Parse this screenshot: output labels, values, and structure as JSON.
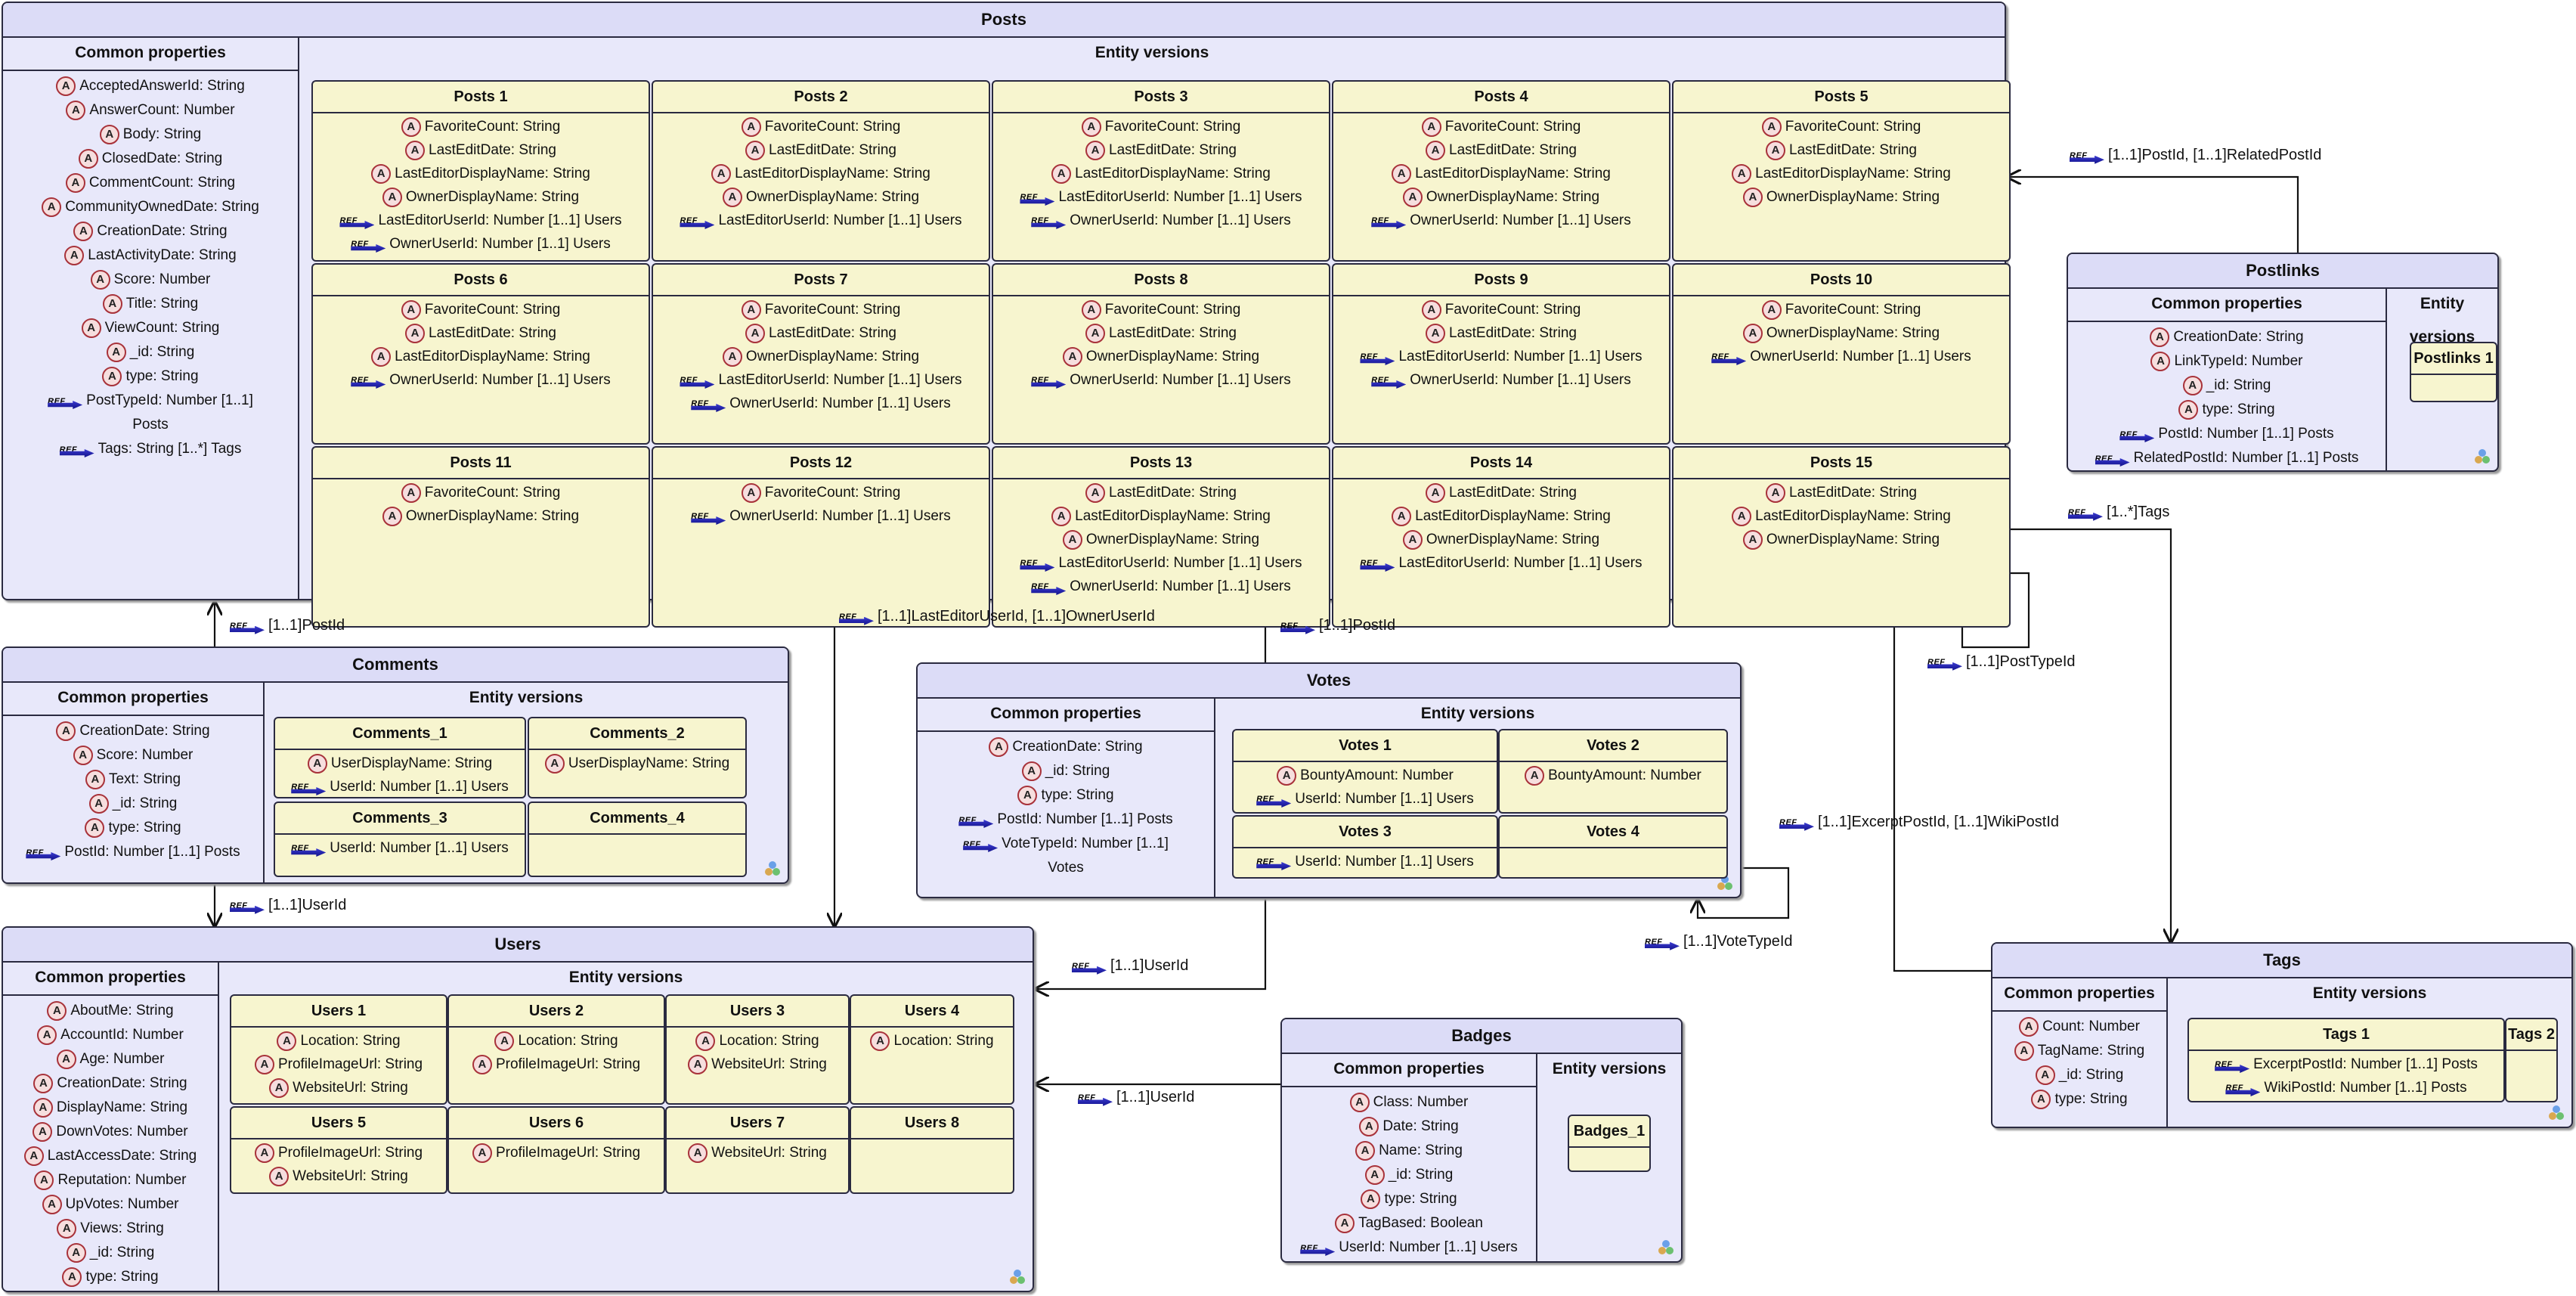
{
  "icons": {
    "attribute": "attribute-icon",
    "reference": "reference-arrow-icon",
    "group": "group-icon"
  },
  "icon_glyphs": {
    "attribute": "A",
    "reference": "REF"
  },
  "entities": {
    "posts": {
      "title": "Posts",
      "common_title": "Common properties",
      "versions_title": "Entity versions",
      "common": [
        {
          "k": "a",
          "t": "AcceptedAnswerId: String"
        },
        {
          "k": "a",
          "t": "AnswerCount: Number"
        },
        {
          "k": "a",
          "t": "Body: String"
        },
        {
          "k": "a",
          "t": "ClosedDate: String"
        },
        {
          "k": "a",
          "t": "CommentCount: String"
        },
        {
          "k": "a",
          "t": "CommunityOwnedDate: String"
        },
        {
          "k": "a",
          "t": "CreationDate: String"
        },
        {
          "k": "a",
          "t": "LastActivityDate: String"
        },
        {
          "k": "a",
          "t": "Score: Number"
        },
        {
          "k": "a",
          "t": "Title: String"
        },
        {
          "k": "a",
          "t": "ViewCount: String"
        },
        {
          "k": "a",
          "t": "_id: String"
        },
        {
          "k": "a",
          "t": "type: String"
        },
        {
          "k": "r",
          "t": "PostTypeId: Number [1..1]"
        },
        {
          "k": "n",
          "t": "Posts"
        },
        {
          "k": "r",
          "t": "Tags: String [1..*] Tags"
        }
      ],
      "versions": [
        {
          "title": "Posts 1",
          "props": [
            {
              "k": "a",
              "t": "FavoriteCount: String"
            },
            {
              "k": "a",
              "t": "LastEditDate: String"
            },
            {
              "k": "a",
              "t": "LastEditorDisplayName: String"
            },
            {
              "k": "a",
              "t": "OwnerDisplayName: String"
            },
            {
              "k": "r",
              "t": "LastEditorUserId: Number [1..1] Users"
            },
            {
              "k": "r",
              "t": "OwnerUserId: Number [1..1] Users"
            }
          ]
        },
        {
          "title": "Posts 2",
          "props": [
            {
              "k": "a",
              "t": "FavoriteCount: String"
            },
            {
              "k": "a",
              "t": "LastEditDate: String"
            },
            {
              "k": "a",
              "t": "LastEditorDisplayName: String"
            },
            {
              "k": "a",
              "t": "OwnerDisplayName: String"
            },
            {
              "k": "r",
              "t": "LastEditorUserId: Number [1..1] Users"
            }
          ]
        },
        {
          "title": "Posts 3",
          "props": [
            {
              "k": "a",
              "t": "FavoriteCount: String"
            },
            {
              "k": "a",
              "t": "LastEditDate: String"
            },
            {
              "k": "a",
              "t": "LastEditorDisplayName: String"
            },
            {
              "k": "r",
              "t": "LastEditorUserId: Number [1..1] Users"
            },
            {
              "k": "r",
              "t": "OwnerUserId: Number [1..1] Users"
            }
          ]
        },
        {
          "title": "Posts 4",
          "props": [
            {
              "k": "a",
              "t": "FavoriteCount: String"
            },
            {
              "k": "a",
              "t": "LastEditDate: String"
            },
            {
              "k": "a",
              "t": "LastEditorDisplayName: String"
            },
            {
              "k": "a",
              "t": "OwnerDisplayName: String"
            },
            {
              "k": "r",
              "t": "OwnerUserId: Number [1..1] Users"
            }
          ]
        },
        {
          "title": "Posts 5",
          "props": [
            {
              "k": "a",
              "t": "FavoriteCount: String"
            },
            {
              "k": "a",
              "t": "LastEditDate: String"
            },
            {
              "k": "a",
              "t": "LastEditorDisplayName: String"
            },
            {
              "k": "a",
              "t": "OwnerDisplayName: String"
            }
          ]
        },
        {
          "title": "Posts 6",
          "props": [
            {
              "k": "a",
              "t": "FavoriteCount: String"
            },
            {
              "k": "a",
              "t": "LastEditDate: String"
            },
            {
              "k": "a",
              "t": "LastEditorDisplayName: String"
            },
            {
              "k": "r",
              "t": "OwnerUserId: Number [1..1] Users"
            }
          ]
        },
        {
          "title": "Posts 7",
          "props": [
            {
              "k": "a",
              "t": "FavoriteCount: String"
            },
            {
              "k": "a",
              "t": "LastEditDate: String"
            },
            {
              "k": "a",
              "t": "OwnerDisplayName: String"
            },
            {
              "k": "r",
              "t": "LastEditorUserId: Number [1..1] Users"
            },
            {
              "k": "r",
              "t": "OwnerUserId: Number [1..1] Users"
            }
          ]
        },
        {
          "title": "Posts 8",
          "props": [
            {
              "k": "a",
              "t": "FavoriteCount: String"
            },
            {
              "k": "a",
              "t": "LastEditDate: String"
            },
            {
              "k": "a",
              "t": "OwnerDisplayName: String"
            },
            {
              "k": "r",
              "t": "OwnerUserId: Number [1..1] Users"
            }
          ]
        },
        {
          "title": "Posts 9",
          "props": [
            {
              "k": "a",
              "t": "FavoriteCount: String"
            },
            {
              "k": "a",
              "t": "LastEditDate: String"
            },
            {
              "k": "r",
              "t": "LastEditorUserId: Number [1..1] Users"
            },
            {
              "k": "r",
              "t": "OwnerUserId: Number [1..1] Users"
            }
          ]
        },
        {
          "title": "Posts 10",
          "props": [
            {
              "k": "a",
              "t": "FavoriteCount: String"
            },
            {
              "k": "a",
              "t": "OwnerDisplayName: String"
            },
            {
              "k": "r",
              "t": "OwnerUserId: Number [1..1] Users"
            }
          ]
        },
        {
          "title": "Posts 11",
          "props": [
            {
              "k": "a",
              "t": "FavoriteCount: String"
            },
            {
              "k": "a",
              "t": "OwnerDisplayName: String"
            }
          ]
        },
        {
          "title": "Posts 12",
          "props": [
            {
              "k": "a",
              "t": "FavoriteCount: String"
            },
            {
              "k": "r",
              "t": "OwnerUserId: Number [1..1] Users"
            }
          ]
        },
        {
          "title": "Posts 13",
          "props": [
            {
              "k": "a",
              "t": "LastEditDate: String"
            },
            {
              "k": "a",
              "t": "LastEditorDisplayName: String"
            },
            {
              "k": "a",
              "t": "OwnerDisplayName: String"
            },
            {
              "k": "r",
              "t": "LastEditorUserId: Number [1..1] Users"
            },
            {
              "k": "r",
              "t": "OwnerUserId: Number [1..1] Users"
            }
          ]
        },
        {
          "title": "Posts 14",
          "props": [
            {
              "k": "a",
              "t": "LastEditDate: String"
            },
            {
              "k": "a",
              "t": "LastEditorDisplayName: String"
            },
            {
              "k": "a",
              "t": "OwnerDisplayName: String"
            },
            {
              "k": "r",
              "t": "LastEditorUserId: Number [1..1] Users"
            }
          ]
        },
        {
          "title": "Posts 15",
          "props": [
            {
              "k": "a",
              "t": "LastEditDate: String"
            },
            {
              "k": "a",
              "t": "LastEditorDisplayName: String"
            },
            {
              "k": "a",
              "t": "OwnerDisplayName: String"
            }
          ]
        }
      ]
    },
    "postlinks": {
      "title": "Postlinks",
      "common_title": "Common properties",
      "versions_title": "Entity versions",
      "common": [
        {
          "k": "a",
          "t": "CreationDate: String"
        },
        {
          "k": "a",
          "t": "LinkTypeId: Number"
        },
        {
          "k": "a",
          "t": "_id: String"
        },
        {
          "k": "a",
          "t": "type: String"
        },
        {
          "k": "r",
          "t": "PostId: Number [1..1] Posts"
        },
        {
          "k": "r",
          "t": "RelatedPostId: Number [1..1] Posts"
        }
      ],
      "versions": [
        {
          "title": "Postlinks 1",
          "props": []
        }
      ]
    },
    "comments": {
      "title": "Comments",
      "common_title": "Common properties",
      "versions_title": "Entity versions",
      "common": [
        {
          "k": "a",
          "t": "CreationDate: String"
        },
        {
          "k": "a",
          "t": "Score: Number"
        },
        {
          "k": "a",
          "t": "Text: String"
        },
        {
          "k": "a",
          "t": "_id: String"
        },
        {
          "k": "a",
          "t": "type: String"
        },
        {
          "k": "r",
          "t": "PostId: Number [1..1] Posts"
        }
      ],
      "versions": [
        {
          "title": "Comments_1",
          "props": [
            {
              "k": "a",
              "t": "UserDisplayName: String"
            },
            {
              "k": "r",
              "t": "UserId: Number [1..1] Users"
            }
          ]
        },
        {
          "title": "Comments_2",
          "props": [
            {
              "k": "a",
              "t": "UserDisplayName: String"
            }
          ]
        },
        {
          "title": "Comments_3",
          "props": [
            {
              "k": "r",
              "t": "UserId: Number [1..1] Users"
            }
          ]
        },
        {
          "title": "Comments_4",
          "props": []
        }
      ]
    },
    "votes": {
      "title": "Votes",
      "common_title": "Common properties",
      "versions_title": "Entity versions",
      "common": [
        {
          "k": "a",
          "t": "CreationDate: String"
        },
        {
          "k": "a",
          "t": "_id: String"
        },
        {
          "k": "a",
          "t": "type: String"
        },
        {
          "k": "r",
          "t": "PostId: Number [1..1] Posts"
        },
        {
          "k": "r",
          "t": "VoteTypeId: Number [1..1]"
        },
        {
          "k": "n",
          "t": "Votes"
        }
      ],
      "versions": [
        {
          "title": "Votes 1",
          "props": [
            {
              "k": "a",
              "t": "BountyAmount: Number"
            },
            {
              "k": "r",
              "t": "UserId: Number [1..1] Users"
            }
          ]
        },
        {
          "title": "Votes 2",
          "props": [
            {
              "k": "a",
              "t": "BountyAmount: Number"
            }
          ]
        },
        {
          "title": "Votes 3",
          "props": [
            {
              "k": "r",
              "t": "UserId: Number [1..1] Users"
            }
          ]
        },
        {
          "title": "Votes 4",
          "props": []
        }
      ]
    },
    "users": {
      "title": "Users",
      "common_title": "Common properties",
      "versions_title": "Entity versions",
      "common": [
        {
          "k": "a",
          "t": "AboutMe: String"
        },
        {
          "k": "a",
          "t": "AccountId: Number"
        },
        {
          "k": "a",
          "t": "Age: Number"
        },
        {
          "k": "a",
          "t": "CreationDate: String"
        },
        {
          "k": "a",
          "t": "DisplayName: String"
        },
        {
          "k": "a",
          "t": "DownVotes: Number"
        },
        {
          "k": "a",
          "t": "LastAccessDate: String"
        },
        {
          "k": "a",
          "t": "Reputation: Number"
        },
        {
          "k": "a",
          "t": "UpVotes: Number"
        },
        {
          "k": "a",
          "t": "Views: String"
        },
        {
          "k": "a",
          "t": "_id: String"
        },
        {
          "k": "a",
          "t": "type: String"
        }
      ],
      "versions": [
        {
          "title": "Users 1",
          "props": [
            {
              "k": "a",
              "t": "Location: String"
            },
            {
              "k": "a",
              "t": "ProfileImageUrl: String"
            },
            {
              "k": "a",
              "t": "WebsiteUrl: String"
            }
          ]
        },
        {
          "title": "Users 2",
          "props": [
            {
              "k": "a",
              "t": "Location: String"
            },
            {
              "k": "a",
              "t": "ProfileImageUrl: String"
            }
          ]
        },
        {
          "title": "Users 3",
          "props": [
            {
              "k": "a",
              "t": "Location: String"
            },
            {
              "k": "a",
              "t": "WebsiteUrl: String"
            }
          ]
        },
        {
          "title": "Users 4",
          "props": [
            {
              "k": "a",
              "t": "Location: String"
            }
          ]
        },
        {
          "title": "Users 5",
          "props": [
            {
              "k": "a",
              "t": "ProfileImageUrl: String"
            },
            {
              "k": "a",
              "t": "WebsiteUrl: String"
            }
          ]
        },
        {
          "title": "Users 6",
          "props": [
            {
              "k": "a",
              "t": "ProfileImageUrl: String"
            }
          ]
        },
        {
          "title": "Users 7",
          "props": [
            {
              "k": "a",
              "t": "WebsiteUrl: String"
            }
          ]
        },
        {
          "title": "Users 8",
          "props": []
        }
      ]
    },
    "badges": {
      "title": "Badges",
      "common_title": "Common properties",
      "versions_title": "Entity versions",
      "common": [
        {
          "k": "a",
          "t": "Class: Number"
        },
        {
          "k": "a",
          "t": "Date: String"
        },
        {
          "k": "a",
          "t": "Name: String"
        },
        {
          "k": "a",
          "t": "_id: String"
        },
        {
          "k": "a",
          "t": "type: String"
        },
        {
          "k": "a",
          "t": "TagBased: Boolean"
        },
        {
          "k": "r",
          "t": "UserId: Number [1..1] Users"
        }
      ],
      "versions": [
        {
          "title": "Badges_1",
          "props": []
        }
      ]
    },
    "tags": {
      "title": "Tags",
      "common_title": "Common properties",
      "versions_title": "Entity versions",
      "common": [
        {
          "k": "a",
          "t": "Count: Number"
        },
        {
          "k": "a",
          "t": "TagName: String"
        },
        {
          "k": "a",
          "t": "_id: String"
        },
        {
          "k": "a",
          "t": "type: String"
        }
      ],
      "versions": [
        {
          "title": "Tags 1",
          "props": [
            {
              "k": "r",
              "t": "ExcerptPostId: Number [1..1] Posts"
            },
            {
              "k": "r",
              "t": "WikiPostId: Number [1..1] Posts"
            }
          ]
        },
        {
          "title": "Tags 2",
          "props": []
        }
      ]
    }
  },
  "relationships": [
    {
      "id": "postlinks-posts",
      "label": "[1..1]PostId, [1..1]RelatedPostId"
    },
    {
      "id": "posts-tags",
      "label": "[1..*]Tags"
    },
    {
      "id": "posts-self",
      "label": "[1..1]PostTypeId"
    },
    {
      "id": "comments-posts",
      "label": "[1..1]PostId"
    },
    {
      "id": "posts-users",
      "label": "[1..1]LastEditorUserId, [1..1]OwnerUserId"
    },
    {
      "id": "votes-posts",
      "label": "[1..1]PostId"
    },
    {
      "id": "comments-users",
      "label": "[1..1]UserId"
    },
    {
      "id": "votes-users",
      "label": "[1..1]UserId"
    },
    {
      "id": "tags-posts",
      "label": "[1..1]ExcerptPostId, [1..1]WikiPostId"
    },
    {
      "id": "votes-self",
      "label": "[1..1]VoteTypeId"
    },
    {
      "id": "badges-users",
      "label": "[1..1]UserId"
    }
  ],
  "colors": {
    "entity_bg": "#e8e8fa",
    "version_bg": "#f7f5cf",
    "border": "#2a2a40",
    "attr_icon": "#a8323a",
    "ref_arrow": "#1a1aa8"
  }
}
